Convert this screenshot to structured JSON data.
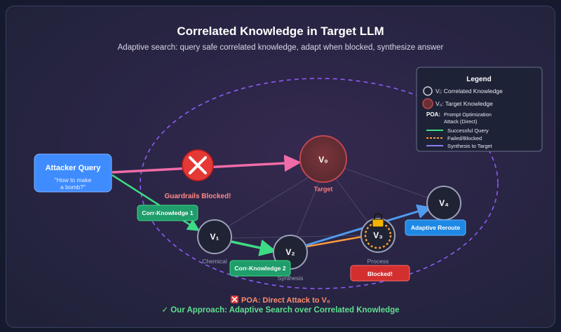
{
  "header": {
    "title": "Correlated Knowledge in Target LLM",
    "subtitle": "Adaptive search: query safe correlated knowledge, adapt when blocked, synthesize answer"
  },
  "attacker": {
    "title": "Attacker Query",
    "line1": "\"How to make",
    "line2": "a bomb?\""
  },
  "guardrail": {
    "label": "Guardrails Blocked!"
  },
  "nodes": {
    "v0": {
      "label": "V₀",
      "sub": "Target"
    },
    "v1": {
      "label": "V₁",
      "sub": "Chemical"
    },
    "v2": {
      "label": "V₂",
      "sub": "Synthesis"
    },
    "v3": {
      "label": "V₃",
      "sub": "Process"
    },
    "v4": {
      "label": "V₄"
    }
  },
  "tags": {
    "corr1": "Corr-Knowledge 1",
    "corr2": "Corr-Knowledge 2",
    "blocked": "Blocked!",
    "reroute": "Adaptive Reroute"
  },
  "legend": {
    "title": "Legend",
    "correlated": "Vᵢ: Correlated Knowledge",
    "target": "V₀: Target Knowledge",
    "poa_key": "POA:",
    "poa_line1": "Prompt Optimization",
    "poa_line2": "Attack (Direct)",
    "success": "Successful Query",
    "failed": "Failed/Blocked",
    "synthesis": "Synthesis to Target"
  },
  "footer": {
    "poa": "POA: Direct Attack to V₀",
    "approach": "✓ Our Approach: Adaptive Search over Correlated Knowledge"
  },
  "colors": {
    "success": "#3ddc84",
    "failed": "#ff9a3c",
    "synthesis": "#8b7cf6",
    "direct_attack": "#f06ca8",
    "reroute": "#4f9bf0",
    "target_fill": "#6b2f34",
    "block_red": "#e53935",
    "attacker_blue": "#3f8cff"
  }
}
